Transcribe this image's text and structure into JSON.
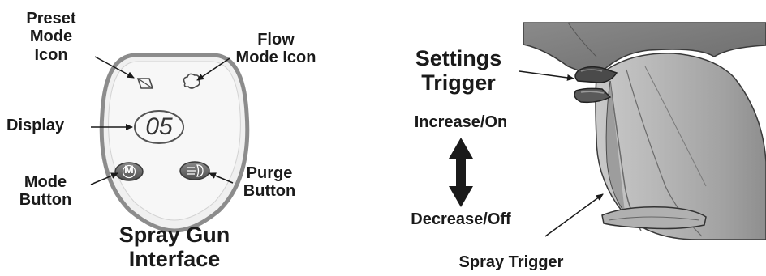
{
  "left_panel": {
    "title_line1": "Spray Gun",
    "title_line2": "Interface",
    "display_value": "05",
    "mode_button_glyph": "M",
    "labels": {
      "preset_line1": "Preset",
      "preset_line2": "Mode",
      "preset_line3": "Icon",
      "flow_line1": "Flow",
      "flow_line2": "Mode Icon",
      "display": "Display",
      "mode_line1": "Mode",
      "mode_line2": "Button",
      "purge_line1": "Purge",
      "purge_line2": "Button"
    }
  },
  "right_panel": {
    "settings_line1": "Settings",
    "settings_line2": "Trigger",
    "increase": "Increase/On",
    "decrease": "Decrease/Off",
    "spray_trigger": "Spray Trigger"
  },
  "icons": [
    "preset-mode-icon",
    "flow-mode-icon",
    "purge-icon",
    "double-arrow-icon"
  ]
}
